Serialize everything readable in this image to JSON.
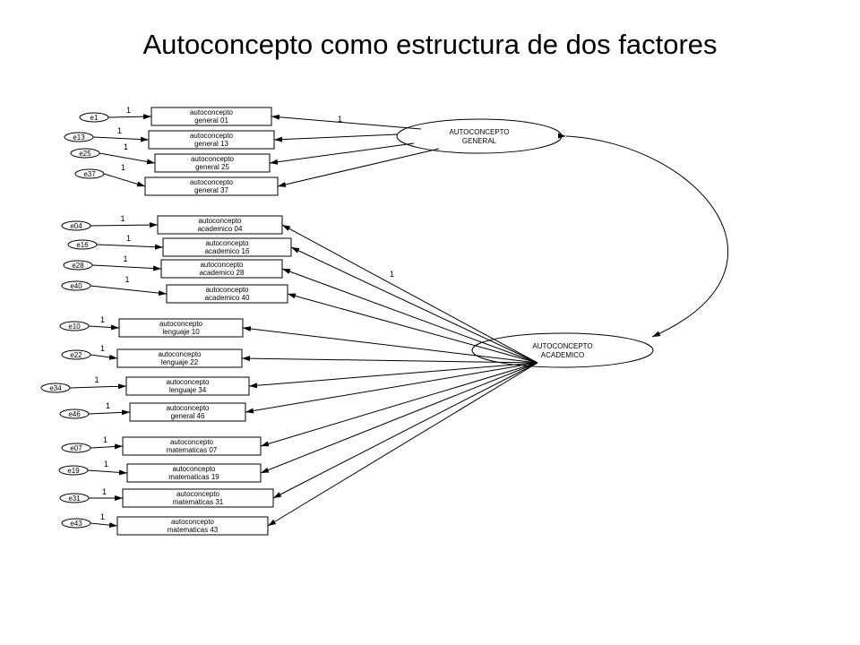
{
  "title": "Autoconcepto como estructura de dos factores",
  "factors": {
    "general": {
      "line1": "AUTOCONCEPTO",
      "line2": "GENERAL"
    },
    "academico": {
      "line1": "AUTOCONCEPTO",
      "line2": "ACADEMICO"
    }
  },
  "path_weights": {
    "general": "1",
    "academico": "1"
  },
  "observed": [
    {
      "err": "e1",
      "line1": "autoconcepto",
      "line2": "general 01",
      "weight": "1",
      "factor": "general"
    },
    {
      "err": "e13",
      "line1": "autoconcepto",
      "line2": "general 13",
      "weight": "1",
      "factor": "general"
    },
    {
      "err": "e25",
      "line1": "autoconcepto",
      "line2": "general 25",
      "weight": "1",
      "factor": "general"
    },
    {
      "err": "e37",
      "line1": "autoconcepto",
      "line2": "general 37",
      "weight": "1",
      "factor": "general"
    },
    {
      "err": "e04",
      "line1": "autoconcepto",
      "line2": "academico 04",
      "weight": "1",
      "factor": "academico"
    },
    {
      "err": "e16",
      "line1": "autoconcepto",
      "line2": "academico 16",
      "weight": "1",
      "factor": "academico"
    },
    {
      "err": "e28",
      "line1": "autoconcepto",
      "line2": "academico 28",
      "weight": "1",
      "factor": "academico"
    },
    {
      "err": "e40",
      "line1": "autoconcepto",
      "line2": "academico 40",
      "weight": "1",
      "factor": "academico"
    },
    {
      "err": "e10",
      "line1": "autoconcepto",
      "line2": "lenguaje 10",
      "weight": "1",
      "factor": "academico"
    },
    {
      "err": "e22",
      "line1": "autoconcepto",
      "line2": "lenguaje 22",
      "weight": "1",
      "factor": "academico"
    },
    {
      "err": "e34",
      "line1": "autoconcepto",
      "line2": "lenguaje 34",
      "weight": "1",
      "factor": "academico"
    },
    {
      "err": "e46",
      "line1": "autoconcepto",
      "line2": "general 46",
      "weight": "1",
      "factor": "academico"
    },
    {
      "err": "e07",
      "line1": "autoconcepto",
      "line2": "matematicas 07",
      "weight": "1",
      "factor": "academico"
    },
    {
      "err": "e19",
      "line1": "autoconcepto",
      "line2": "matematicas 19",
      "weight": "1",
      "factor": "academico"
    },
    {
      "err": "e31",
      "line1": "autoconcepto",
      "line2": "matematicas 31",
      "weight": "1",
      "factor": "academico"
    },
    {
      "err": "e43",
      "line1": "autoconcepto",
      "line2": "matematicas 43",
      "weight": "1",
      "factor": "academico"
    }
  ]
}
